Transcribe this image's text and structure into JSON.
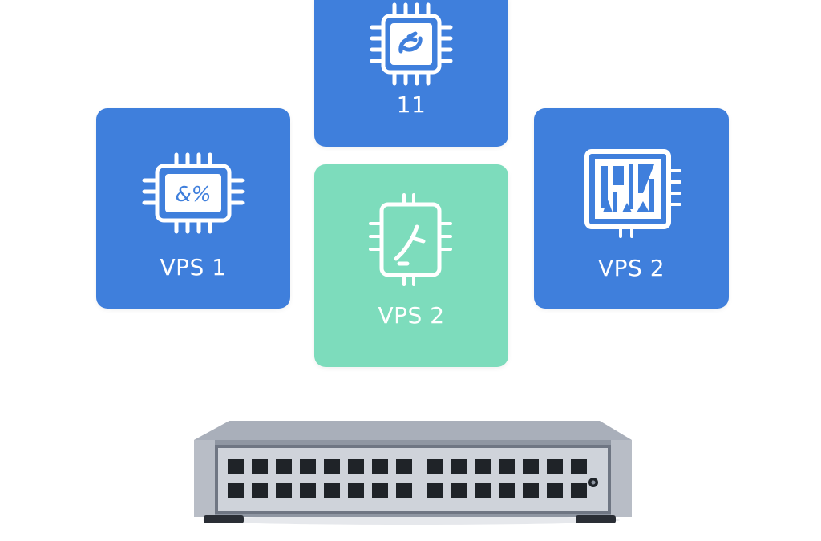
{
  "colors": {
    "card_blue": "#3f7fdc",
    "card_green": "#7ddcbc",
    "server_body": "#8f96a2",
    "server_top": "#a9afba",
    "vent": "#1f2328"
  },
  "cards": [
    {
      "id": "top",
      "label": "11",
      "icon": "cpu-chip-icon",
      "color": "#3f7fdc"
    },
    {
      "id": "left",
      "label": "VPS 1",
      "icon": "cpu-chip-icon",
      "color": "#3f7fdc"
    },
    {
      "id": "center",
      "label": "VPS 2",
      "icon": "cpu-chip-icon",
      "color": "#7ddcbc"
    },
    {
      "id": "right",
      "label": "VPS 2",
      "icon": "circuit-board-icon",
      "color": "#3f7fdc"
    }
  ],
  "server": {
    "icon": "rack-server-icon",
    "vent_columns": 15,
    "vent_rows": 2
  }
}
